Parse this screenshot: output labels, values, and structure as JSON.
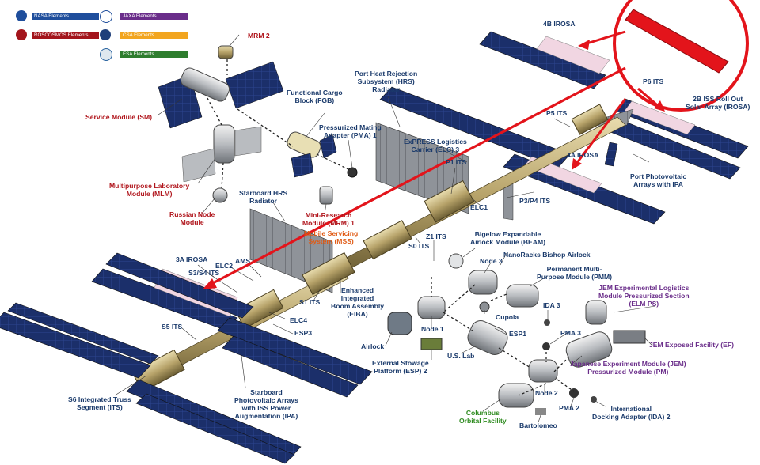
{
  "legend": {
    "nasa": "NASA Elements",
    "roscosmos": "ROSCOSMOS Elements",
    "jaxa": "JAXA Elements",
    "csa": "CSA Elements",
    "esa": "ESA Elements",
    "colors": {
      "nasa": "#1f4e9c",
      "roscosmos": "#a3151c",
      "jaxa": "#6a2d8a",
      "csa": "#f2a51f",
      "esa": "#2e7d2e"
    }
  },
  "labels": {
    "mrm2": "MRM 2",
    "service_module": "Service Module (SM)",
    "mlm": "Multipurpose Laboratory\nModule (MLM)",
    "russian_node": "Russian Node\nModule",
    "fgb": "Functional Cargo\nBlock (FGB)",
    "pma1": "Pressurized Mating\nAdapter (PMA) 1",
    "hrs": "Port Heat Rejection\nSubsystem (HRS)\nRadiator",
    "elc3": "ExPRESS Logistics\nCarrier (ELC) 3",
    "p1": "P1 ITS",
    "elc1": "ELC1",
    "p3p4": "P3/P4 ITS",
    "p5": "P5 ITS",
    "p6": "P6 ITS",
    "irosa4b": "4B IROSA",
    "irosa4a": "4A IROSA",
    "irosa2b": "2B ISS Roll Out\nSolar Array (IROSA)",
    "port_pva": "Port Photovoltaic\nArrays with IPA",
    "stbd_hrs": "Starboard HRS\nRadiator",
    "mrm1": "Mini-Research\nModule (MRM) 1",
    "mss": "Mobile Servicing\nSystem (MSS)",
    "z1": "Z1 ITS",
    "s0": "S0 ITS",
    "beam": "Bigelow Expandable\nAirlock Module (BEAM)",
    "bishop": "NanoRacks Bishop Airlock",
    "node3": "Node 3",
    "pmm": "Permanent Multi-\nPurpose Module (PMM)",
    "cupola": "Cupola",
    "irosa3a": "3A IROSA",
    "s3s4": "S3/S4 ITS",
    "elc2": "ELC2",
    "ams": "AMS",
    "s1": "S1 ITS",
    "eiba": "Enhanced\nIntegrated\nBoom Assembly\n(EIBA)",
    "elc4": "ELC4",
    "esp3": "ESP3",
    "s5": "S5 ITS",
    "node1": "Node 1",
    "airlock": "Airlock",
    "esp1": "ESP1",
    "us_lab": "U.S. Lab",
    "esp2": "External Stowage\nPlatform (ESP) 2",
    "ida3": "IDA 3",
    "pma3": "PMA 3",
    "jem_elm": "JEM Experimental Logistics\nModule Pressurized Section\n(ELM PS)",
    "jem_ef": "JEM Exposed Facility (EF)",
    "jem_pm": "Japanese Experiment Module (JEM)\nPressurized Module (PM)",
    "node2": "Node 2",
    "pma2": "PMA 2",
    "ida2": "International\nDocking Adapter (IDA) 2",
    "columbus": "Columbus\nOrbital Facility",
    "bartolomeo": "Bartolomeo",
    "s6": "S6 Integrated Truss\nSegment (ITS)",
    "stbd_pva": "Starboard\nPhotovoltaic Arrays\nwith ISS Power\nAugmentation (IPA)"
  }
}
